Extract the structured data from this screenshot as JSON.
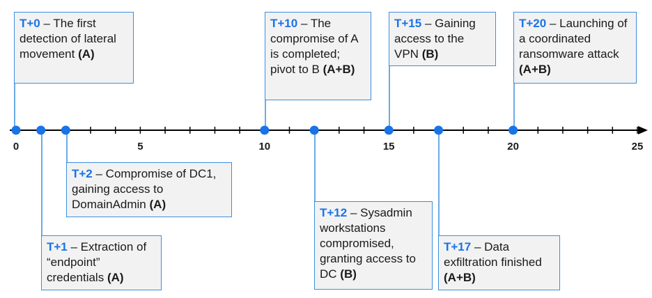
{
  "timeline": {
    "axis_min": 0,
    "axis_max": 25,
    "tick_labels": [
      "0",
      "5",
      "10",
      "15",
      "20",
      "25"
    ],
    "line_color": "#000000",
    "marker_color": "#1a73e8",
    "box_border_color": "#3b8ee0",
    "box_fill_color": "#f2f2f2"
  },
  "events": [
    {
      "t": 0,
      "time_label": "T+0",
      "text": " – The first detection of lateral movement ",
      "actor": "(A)"
    },
    {
      "t": 1,
      "time_label": "T+1",
      "text": " – Extraction of “endpoint” credentials ",
      "actor": "(A)"
    },
    {
      "t": 2,
      "time_label": "T+2",
      "text": " – Compromise of DC1, gaining access  to DomainAdmin ",
      "actor": "(A)"
    },
    {
      "t": 10,
      "time_label": "T+10",
      "text": " – The compromise of A is completed; pivot to B ",
      "actor": "(A+B)"
    },
    {
      "t": 12,
      "time_label": "T+12",
      "text": " – Sysadmin workstations compromised, granting access to DC ",
      "actor": "(B)"
    },
    {
      "t": 15,
      "time_label": "T+15",
      "text": " – Gaining access to the VPN ",
      "actor": "(B)"
    },
    {
      "t": 17,
      "time_label": "T+17",
      "text": " – Data exfiltration finished ",
      "actor": "(A+B)"
    },
    {
      "t": 20,
      "time_label": "T+20",
      "text": " – Launching of a coordinated ransomware attack ",
      "actor": "(A+B)"
    }
  ]
}
